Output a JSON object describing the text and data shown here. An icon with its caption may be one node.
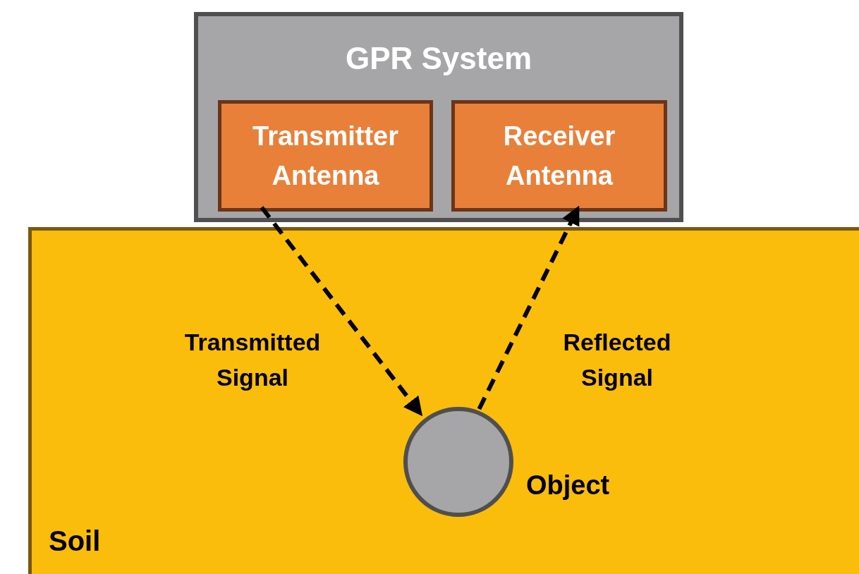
{
  "diagram": {
    "nodes": [
      {
        "text": [
          "GPR System"
        ]
      },
      {
        "text": [
          "Transmitter Antenna"
        ],
        "in": 0
      },
      {
        "text": [
          "Receiver Antenna"
        ],
        "in": 0
      },
      {
        "text": [
          "Soil"
        ]
      },
      {
        "text": [],
        "shape": "circle",
        "in": 3,
        "beside": [
          "Object"
        ]
      }
    ],
    "edges": [
      {
        "from": 1,
        "to": 4,
        "arrow": "to",
        "label": "Transmitted Signal",
        "style": "dashed"
      },
      {
        "from": 4,
        "to": 2,
        "arrow": "to",
        "label": "Reflected Signal",
        "style": "dashed"
      }
    ]
  }
}
